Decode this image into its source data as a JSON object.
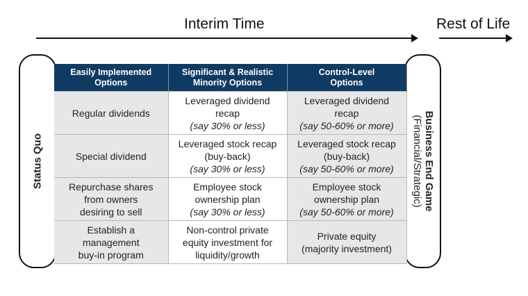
{
  "timeline": {
    "interim_label": "Interim Time",
    "rest_label": "Rest of Life"
  },
  "left_bracket": {
    "label": "Status Quo"
  },
  "right_bracket": {
    "label": "Business End Game",
    "sublabel": "(Financial/Strategic)"
  },
  "table": {
    "headers": [
      [
        "Easily Implemented",
        "Options"
      ],
      [
        "Significant & Realistic",
        "Minority Options"
      ],
      [
        "Control-Level",
        "Options"
      ]
    ],
    "rows": [
      [
        {
          "lines": [
            "Regular dividends"
          ],
          "note": ""
        },
        {
          "lines": [
            "Leveraged dividend",
            "recap"
          ],
          "note": "(say 30% or less)"
        },
        {
          "lines": [
            "Leveraged dividend",
            "recap"
          ],
          "note": "(say 50-60% or  more)"
        }
      ],
      [
        {
          "lines": [
            "Special dividend"
          ],
          "note": ""
        },
        {
          "lines": [
            "Leveraged stock recap",
            "(buy-back)"
          ],
          "note": "(say 30% or less)"
        },
        {
          "lines": [
            "Leveraged stock recap",
            "(buy-back)"
          ],
          "note": "(say 50-60% or more)"
        }
      ],
      [
        {
          "lines": [
            "Repurchase shares",
            "from owners",
            "desiring to sell"
          ],
          "note": ""
        },
        {
          "lines": [
            "Employee stock",
            "ownership plan"
          ],
          "note": "(say 30% or less)"
        },
        {
          "lines": [
            "Employee stock",
            "ownership plan"
          ],
          "note": "(say 50-60% or more)"
        }
      ],
      [
        {
          "lines": [
            "Establish a",
            "management",
            "buy-in program"
          ],
          "note": ""
        },
        {
          "lines": [
            "Non-control private",
            "equity investment for",
            "liquidity/growth"
          ],
          "note": ""
        },
        {
          "lines": [
            "Private equity",
            "(majority investment)"
          ],
          "note": ""
        }
      ]
    ]
  }
}
